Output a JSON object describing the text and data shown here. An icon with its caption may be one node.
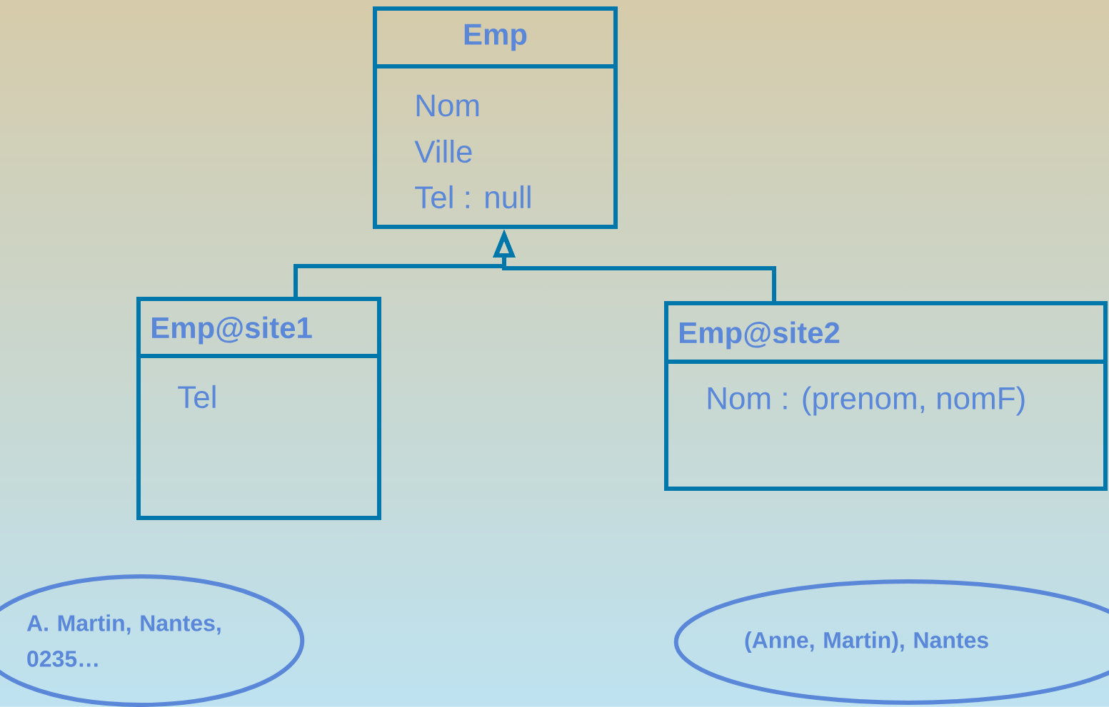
{
  "diagram": {
    "nodes": [
      {
        "text": [
          "Emp",
          "Nom",
          "Ville",
          "Tel : null"
        ]
      },
      {
        "text": [
          "Emp@site1",
          "Tel"
        ]
      },
      {
        "text": [
          "Emp@site2",
          "Nom : (prenom, nomF)"
        ]
      },
      {
        "text": [
          "A. Martin, Nantes, 0235…"
        ]
      },
      {
        "text": [
          "(Anne, Martin), Nantes"
        ]
      }
    ],
    "edges": [
      {
        "from": 1,
        "to": 0,
        "arrow": "to"
      },
      {
        "from": 2,
        "to": 0,
        "arrow": "to"
      }
    ]
  }
}
